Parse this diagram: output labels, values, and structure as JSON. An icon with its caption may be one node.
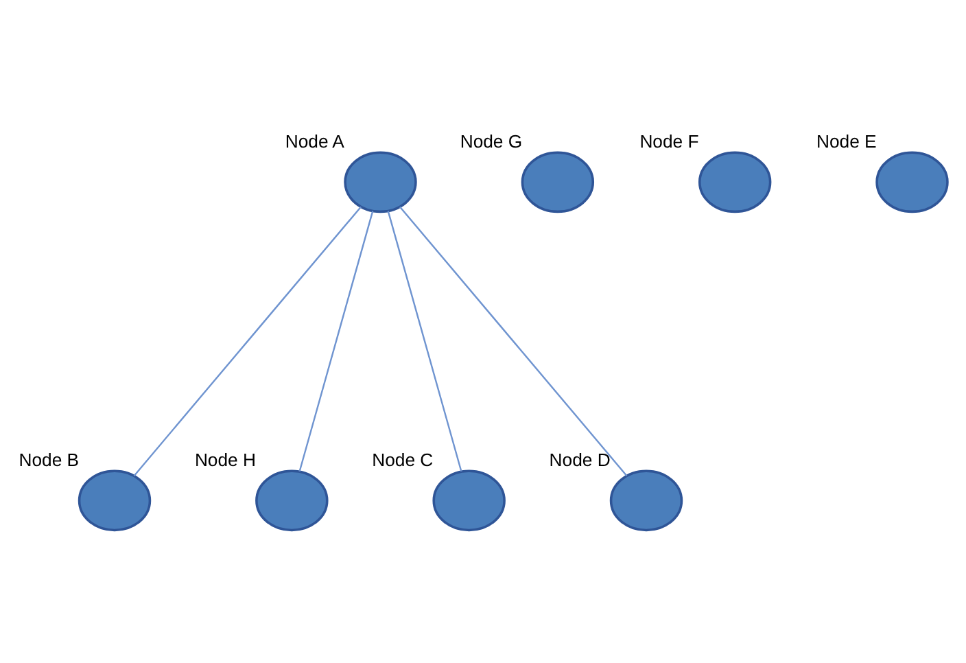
{
  "diagram": {
    "nodes": [
      {
        "text": [],
        "shape": "circle",
        "beside": [
          "Node A"
        ]
      },
      {
        "text": [],
        "shape": "circle",
        "beside": [
          "Node B"
        ]
      },
      {
        "text": [],
        "shape": "circle",
        "beside": [
          "Node G"
        ]
      },
      {
        "text": [],
        "shape": "circle",
        "beside": [
          "Node H"
        ]
      },
      {
        "text": [],
        "shape": "circle",
        "beside": [
          "Node C"
        ]
      },
      {
        "text": [],
        "shape": "circle",
        "beside": [
          "Node F"
        ]
      },
      {
        "text": [],
        "shape": "circle",
        "beside": [
          "Node D"
        ]
      },
      {
        "text": [],
        "shape": "circle",
        "beside": [
          "Node E"
        ]
      }
    ],
    "edges": [
      {
        "from": 0,
        "to": 1,
        "arrow": "none"
      },
      {
        "from": 0,
        "to": 3,
        "arrow": "none"
      },
      {
        "from": 0,
        "to": 4,
        "arrow": "none"
      },
      {
        "from": 0,
        "to": 6,
        "arrow": "none"
      }
    ]
  }
}
